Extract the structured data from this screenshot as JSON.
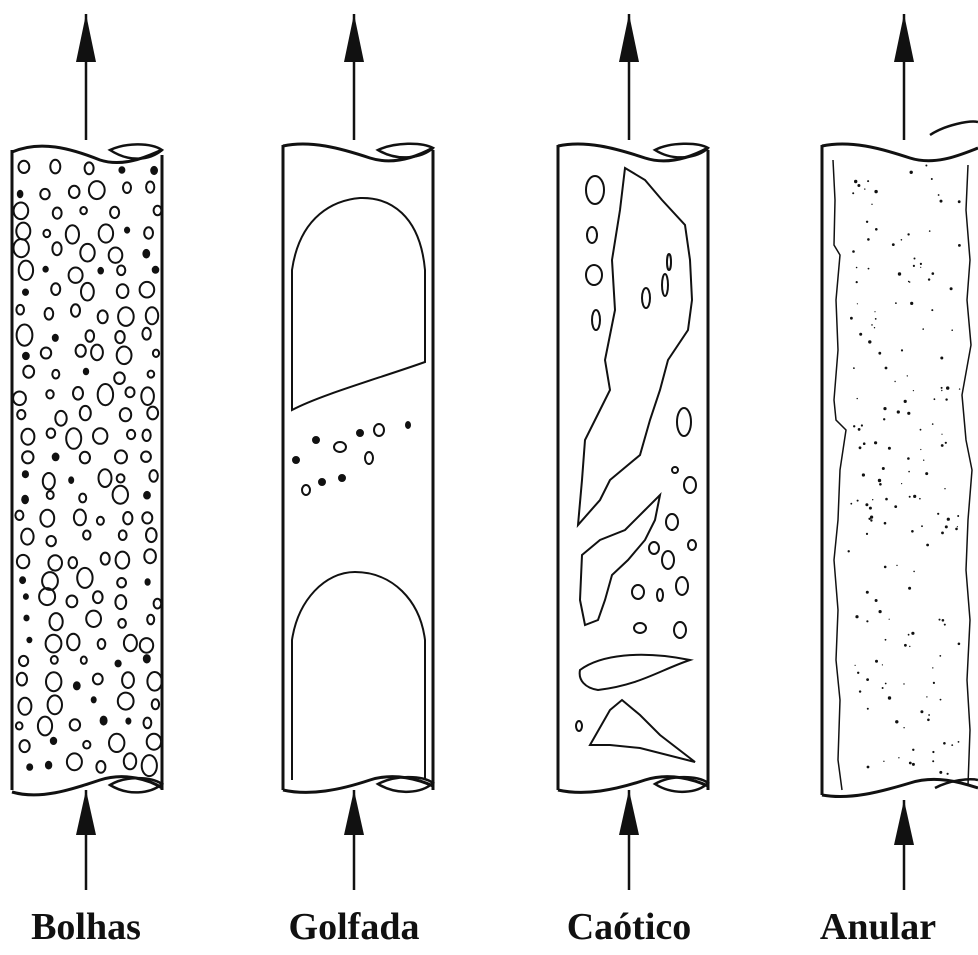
{
  "figure": {
    "regimes": [
      {
        "id": "bubbles",
        "label": "Bolhas"
      },
      {
        "id": "slug",
        "label": "Golfada"
      },
      {
        "id": "churn",
        "label": "Caótico"
      },
      {
        "id": "annular",
        "label": "Anular"
      }
    ],
    "colors": {
      "ink": "#111111",
      "background": "#ffffff"
    }
  }
}
